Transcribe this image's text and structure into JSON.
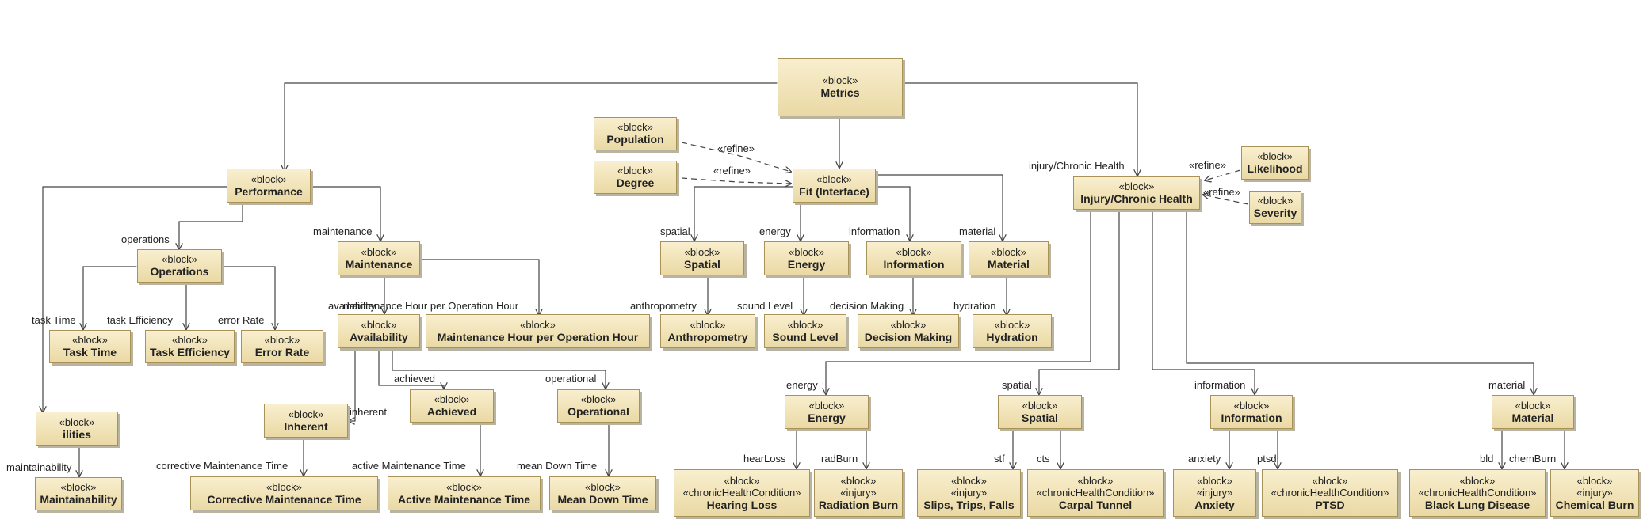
{
  "diagram": {
    "blocks": {
      "metrics": {
        "stereotypes": [
          "«block»"
        ],
        "name": "Metrics"
      },
      "performance": {
        "stereotypes": [
          "«block»"
        ],
        "name": "Performance"
      },
      "population": {
        "stereotypes": [
          "«block»"
        ],
        "name": "Population"
      },
      "degree": {
        "stereotypes": [
          "«block»"
        ],
        "name": "Degree"
      },
      "fit": {
        "stereotypes": [
          "«block»"
        ],
        "name": "Fit (Interface)"
      },
      "injury": {
        "stereotypes": [
          "«block»"
        ],
        "name": "Injury/Chronic Health"
      },
      "likelihood": {
        "stereotypes": [
          "«block»"
        ],
        "name": "Likelihood"
      },
      "severity": {
        "stereotypes": [
          "«block»"
        ],
        "name": "Severity"
      },
      "operations": {
        "stereotypes": [
          "«block»"
        ],
        "name": "Operations"
      },
      "maintenance": {
        "stereotypes": [
          "«block»"
        ],
        "name": "Maintenance"
      },
      "spatial": {
        "stereotypes": [
          "«block»"
        ],
        "name": "Spatial"
      },
      "energy": {
        "stereotypes": [
          "«block»"
        ],
        "name": "Energy"
      },
      "information": {
        "stereotypes": [
          "«block»"
        ],
        "name": "Information"
      },
      "material": {
        "stereotypes": [
          "«block»"
        ],
        "name": "Material"
      },
      "task_time": {
        "stereotypes": [
          "«block»"
        ],
        "name": "Task Time"
      },
      "task_efficiency": {
        "stereotypes": [
          "«block»"
        ],
        "name": "Task Efficiency"
      },
      "error_rate": {
        "stereotypes": [
          "«block»"
        ],
        "name": "Error Rate"
      },
      "availability": {
        "stereotypes": [
          "«block»"
        ],
        "name": "Availability"
      },
      "mhpoh": {
        "stereotypes": [
          "«block»"
        ],
        "name": "Maintenance Hour per Operation Hour"
      },
      "anthropometry": {
        "stereotypes": [
          "«block»"
        ],
        "name": "Anthropometry"
      },
      "sound_level": {
        "stereotypes": [
          "«block»"
        ],
        "name": "Sound Level"
      },
      "decision_making": {
        "stereotypes": [
          "«block»"
        ],
        "name": "Decision Making"
      },
      "hydration": {
        "stereotypes": [
          "«block»"
        ],
        "name": "Hydration"
      },
      "ilities": {
        "stereotypes": [
          "«block»"
        ],
        "name": "ilities"
      },
      "inherent": {
        "stereotypes": [
          "«block»"
        ],
        "name": "Inherent"
      },
      "achieved": {
        "stereotypes": [
          "«block»"
        ],
        "name": "Achieved"
      },
      "operational": {
        "stereotypes": [
          "«block»"
        ],
        "name": "Operational"
      },
      "maintainability": {
        "stereotypes": [
          "«block»"
        ],
        "name": "Maintainability"
      },
      "cmt": {
        "stereotypes": [
          "«block»"
        ],
        "name": "Corrective Maintenance Time"
      },
      "amt": {
        "stereotypes": [
          "«block»"
        ],
        "name": "Active Maintenance Time"
      },
      "mdt": {
        "stereotypes": [
          "«block»"
        ],
        "name": "Mean Down Time"
      },
      "ich_energy": {
        "stereotypes": [
          "«block»"
        ],
        "name": "Energy"
      },
      "ich_spatial": {
        "stereotypes": [
          "«block»"
        ],
        "name": "Spatial"
      },
      "ich_information": {
        "stereotypes": [
          "«block»"
        ],
        "name": "Information"
      },
      "ich_material": {
        "stereotypes": [
          "«block»"
        ],
        "name": "Material"
      },
      "hearing_loss": {
        "stereotypes": [
          "«block»",
          "«chronicHealthCondition»"
        ],
        "name": "Hearing Loss"
      },
      "radiation_burn": {
        "stereotypes": [
          "«block»",
          "«injury»"
        ],
        "name": "Radiation Burn"
      },
      "slips": {
        "stereotypes": [
          "«block»",
          "«injury»"
        ],
        "name": "Slips, Trips, Falls"
      },
      "carpal": {
        "stereotypes": [
          "«block»",
          "«chronicHealthCondition»"
        ],
        "name": "Carpal Tunnel"
      },
      "anxiety": {
        "stereotypes": [
          "«block»",
          "«injury»"
        ],
        "name": "Anxiety"
      },
      "ptsd": {
        "stereotypes": [
          "«block»",
          "«chronicHealthCondition»"
        ],
        "name": "PTSD"
      },
      "black_lung": {
        "stereotypes": [
          "«block»",
          "«chronicHealthCondition»"
        ],
        "name": "Black Lung Disease"
      },
      "chemical_burn": {
        "stereotypes": [
          "«block»",
          "«injury»"
        ],
        "name": "Chemical Burn"
      }
    },
    "role_labels": {
      "injury_chronic_health": "injury/Chronic Health",
      "refine_population": "«refine»",
      "refine_degree": "«refine»",
      "refine_likelihood": "«refine»",
      "refine_severity": "«refine»",
      "operations": "operations",
      "maintenance": "maintenance",
      "spatial": "spatial",
      "energy": "energy",
      "information": "information",
      "material": "material",
      "task_time": "task Time",
      "task_efficiency": "task Efficiency",
      "error_rate": "error Rate",
      "availability": "availability",
      "mhpoh": "maintenance Hour per Operation Hour",
      "anthropometry": "anthropometry",
      "sound_level": "sound Level",
      "decision_making": "decision Making",
      "hydration": "hydration",
      "achieved": "achieved",
      "operational": "operational",
      "inherent": "inherent",
      "maintainability": "maintainability",
      "cmt": "corrective Maintenance Time",
      "amt": "active Maintenance Time",
      "mdt": "mean Down Time",
      "ich_energy": "energy",
      "ich_spatial": "spatial",
      "ich_information": "information",
      "ich_material": "material",
      "hear_loss": "hearLoss",
      "rad_burn": "radBurn",
      "stf": "stf",
      "cts": "cts",
      "anxiety": "anxiety",
      "ptsd": "ptsd",
      "bld": "bld",
      "chem_burn": "chemBurn"
    }
  }
}
